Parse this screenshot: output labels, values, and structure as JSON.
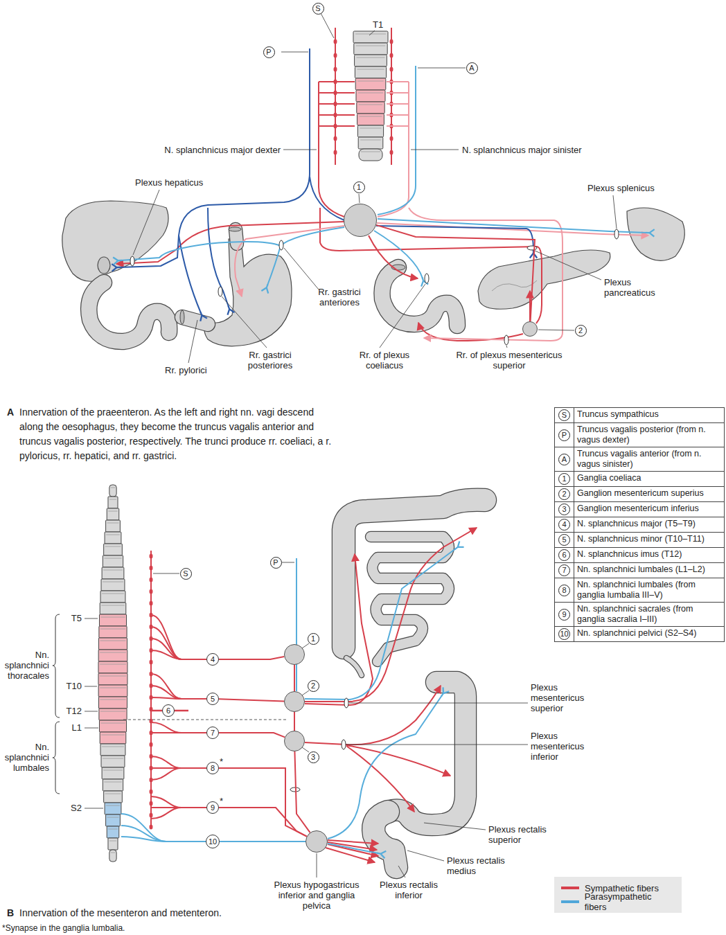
{
  "diagram": {
    "nodes": [
      {
        "text": [
          "1"
        ]
      },
      {
        "text": [
          "2"
        ]
      },
      {
        "text": [
          "1"
        ]
      },
      {
        "text": [
          "2"
        ]
      },
      {
        "text": [
          "3"
        ]
      },
      {
        "text": [
          "Plexus hypogastricus inferior and ganglia pelvica"
        ]
      },
      {
        "text": [
          "4"
        ]
      },
      {
        "text": [
          "5"
        ]
      },
      {
        "text": [
          "6"
        ]
      },
      {
        "text": [
          "7"
        ]
      },
      {
        "text": [
          "8",
          "*"
        ]
      },
      {
        "text": [
          "9",
          "*"
        ]
      },
      {
        "text": [
          "10"
        ]
      }
    ],
    "edges": [
      {
        "from": 0,
        "to": 1,
        "arrow": "none"
      },
      {
        "from": 6,
        "to": 2,
        "arrow": "none"
      },
      {
        "from": 7,
        "to": 3,
        "arrow": "none"
      },
      {
        "from": 9,
        "to": 4,
        "arrow": "none"
      },
      {
        "from": 10,
        "to": 5,
        "arrow": "none"
      },
      {
        "from": 11,
        "to": 5,
        "arrow": "none"
      },
      {
        "from": 12,
        "to": 5,
        "arrow": "none"
      },
      {
        "from": 2,
        "to": 3,
        "arrow": "none"
      },
      {
        "from": 3,
        "to": 4,
        "arrow": "none"
      },
      {
        "from": 4,
        "to": 5,
        "arrow": "none"
      }
    ],
    "labels": [
      "S",
      "T1",
      "P",
      "A",
      "N. splanchnicus major dexter",
      "N. splanchnicus major sinister",
      "Plexus hepaticus",
      "Plexus splenicus",
      "Rr. gastrici anteriores",
      "Plexus pancreaticus",
      "Rr. pylorici",
      "Rr. gastrici posteriores",
      "Rr. of plexus coeliacus",
      "Rr. of plexus mesentericus superior",
      "A",
      "Innervation of the praeenteron. As the left and right nn. vagi descend along the oesophagus, they become the truncus vagalis anterior and truncus vagalis posterior, respectively. The trunci produce rr. coeliaci, a r. pyloricus, rr. hepatici, and rr. gastrici.",
      "S",
      "Truncus sympathicus",
      "P",
      "Truncus vagalis posterior (from n. vagus dexter)",
      "A",
      "Truncus vagalis anterior (from n. vagus sinister)",
      "1",
      "Ganglia coeliaca",
      "2",
      "Ganglion mesentericum superius",
      "3",
      "Ganglion mesentericum inferius",
      "4",
      "N. splanchnicus major (T5–T9)",
      "5",
      "N. splanchnicus minor (T10–T11)",
      "6",
      "N. splanchnicus imus (T12)",
      "7",
      "Nn. splanchnici lumbales (L1–L2)",
      "8",
      "Nn. splanchnici lumbales (from ganglia lumbalia III–V)",
      "9",
      "Nn. splanchnici sacrales (from ganglia sacralia I–III)",
      "10",
      "Nn. splanchnici pelvici (S2–S4)",
      "S",
      "P",
      "T5",
      "Nn. splanchnici thoracales",
      "T10",
      "T12",
      "L1",
      "Nn. splanchnici lumbales",
      "S2",
      "Plexus mesentericus superior",
      "Plexus mesentericus inferior",
      "Plexus rectalis superior",
      "Plexus rectalis medius",
      "Plexus rectalis inferior",
      "B",
      "Innervation of the mesenteron and metenteron.",
      "*Synapse in the ganglia lumbalia."
    ],
    "legend": [
      {
        "text": "Sympathetic fibers",
        "color": "#d6404c"
      },
      {
        "text": "Parasympathetic fibers",
        "color": "#4fa6d9"
      }
    ]
  }
}
